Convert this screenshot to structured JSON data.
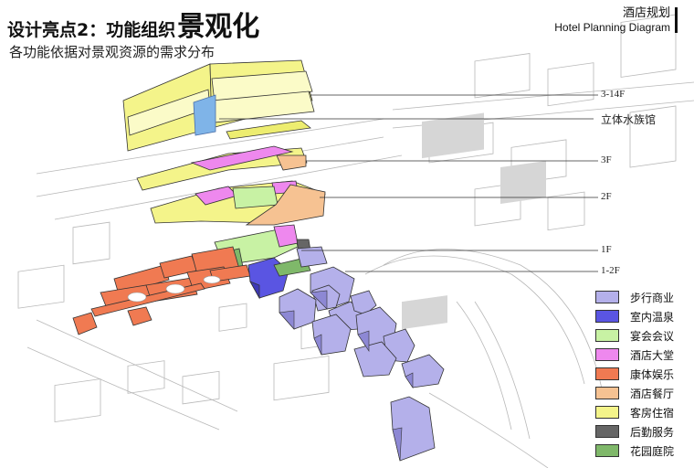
{
  "header": {
    "title_prefix": "设计亮点2：功能组织",
    "title_emphasis": "景观化",
    "subtitle": "各功能依据对景观资源的需求分布",
    "brand_cn": "酒店规划",
    "brand_en": "Hotel Planning Diagram"
  },
  "callouts": [
    {
      "id": "3-14f",
      "label": "3-14F"
    },
    {
      "id": "aquarium",
      "label": "立体水族馆"
    },
    {
      "id": "3f",
      "label": "3F"
    },
    {
      "id": "2f",
      "label": "2F"
    },
    {
      "id": "1f",
      "label": "1F"
    },
    {
      "id": "1-2f",
      "label": "1-2F"
    }
  ],
  "legend": [
    {
      "label": "步行商业",
      "color": "#b4b0ea"
    },
    {
      "label": "室内温泉",
      "color": "#5a55e2"
    },
    {
      "label": "宴会会议",
      "color": "#c8f2a4"
    },
    {
      "label": "酒店大堂",
      "color": "#ee88ee"
    },
    {
      "label": "康体娱乐",
      "color": "#f07a52"
    },
    {
      "label": "酒店餐厅",
      "color": "#f6c292"
    },
    {
      "label": "客房住宿",
      "color": "#f4f48a"
    },
    {
      "label": "后勤服务",
      "color": "#666666"
    },
    {
      "label": "花园庭院",
      "color": "#7fb86a"
    }
  ]
}
